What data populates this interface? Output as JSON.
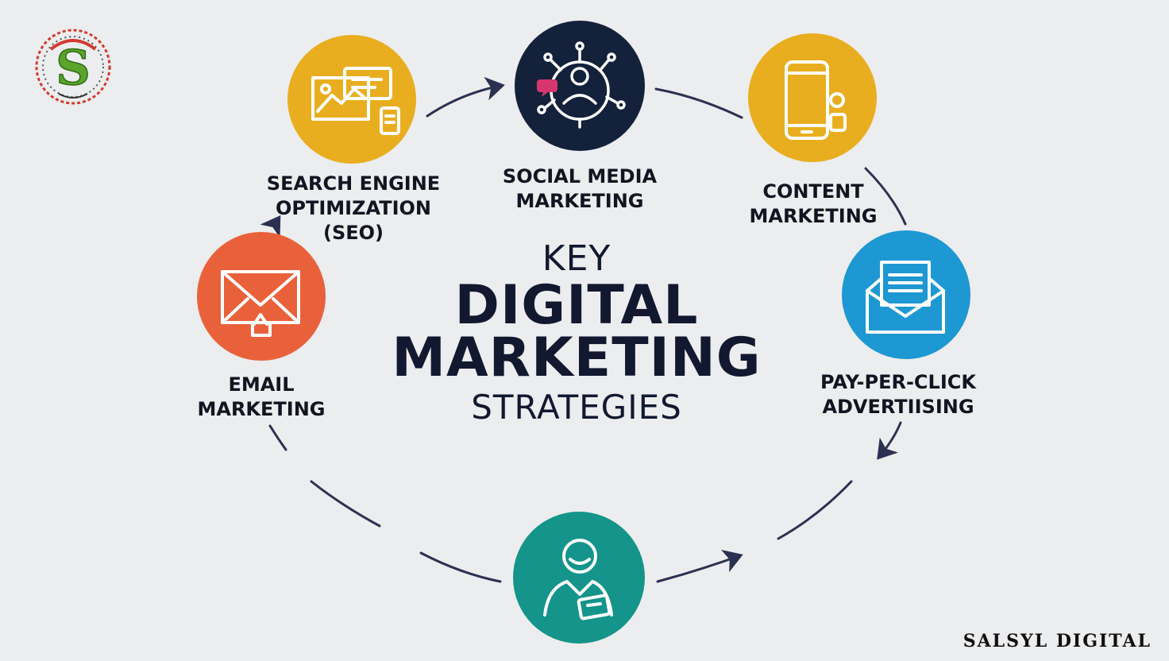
{
  "title": {
    "key": "KEY",
    "line1": "DIGITAL",
    "line2": "MARKETING",
    "line3": "STRATEGIES"
  },
  "nodes": [
    {
      "id": "seo",
      "label_lines": [
        "SEARCH ENGINE",
        "OPTIMIZATION",
        "(SEO)"
      ],
      "color": "#e8ae1f",
      "icon": "seo-analytics-icon"
    },
    {
      "id": "social",
      "label_lines": [
        "SOCIAL MEDIA",
        "MARKETING"
      ],
      "color": "#13213a",
      "icon": "social-network-icon"
    },
    {
      "id": "content",
      "label_lines": [
        "CONTENT",
        "MARKETING"
      ],
      "color": "#e8ae1f",
      "icon": "smartphone-icon"
    },
    {
      "id": "ppc",
      "label_lines": [
        "PAY-PER-CLICK",
        "ADVERTIISING"
      ],
      "color": "#1d98d3",
      "icon": "envelope-document-icon"
    },
    {
      "id": "bottom",
      "label_lines": [],
      "color": "#14948a",
      "icon": "person-card-icon"
    },
    {
      "id": "email",
      "label_lines": [
        "EMAIL",
        "MARKETING"
      ],
      "color": "#e9613a",
      "icon": "email-icon"
    }
  ],
  "logo": {
    "letter": "S",
    "text": "Salsyl Digital"
  },
  "brand": "SALSYL DIGITAL",
  "colors": {
    "background": "#ecedee",
    "arrow": "#2c3152",
    "text": "#111521"
  }
}
